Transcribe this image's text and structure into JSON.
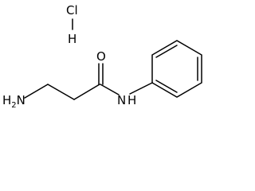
{
  "molecule": {
    "salt_atoms": {
      "chlorine": "Cl",
      "hydrogen": "H"
    },
    "amine": {
      "prefix": "H",
      "subscript": "2",
      "element": "N"
    },
    "carbonyl_oxygen": "O",
    "amide_nitrogen": "N",
    "amide_hydrogen": "H"
  },
  "colors": {
    "bond": "#000000",
    "label": "#000000",
    "background": "#ffffff"
  }
}
